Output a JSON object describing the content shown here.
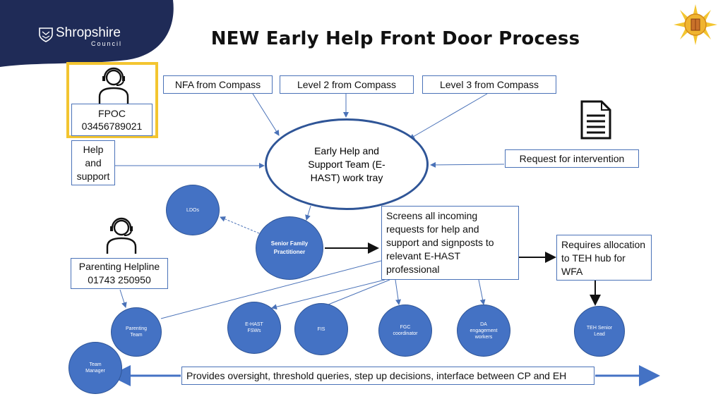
{
  "header": {
    "logo_text": "Shropshire",
    "logo_sub": "Council",
    "title": "NEW Early Help Front Door Process"
  },
  "colors": {
    "navy": "#1f2b57",
    "accent_yellow": "#f3c530",
    "box_border": "#4a72b8",
    "circle_fill": "#4472c4"
  },
  "icons": [
    "headset-person-icon",
    "document-icon",
    "sun-emblem-icon"
  ],
  "boxes": {
    "nfa": "NFA from Compass",
    "level2": "Level 2 from Compass",
    "level3": "Level 3 from Compass",
    "fpoc_title": "FPOC",
    "fpoc_number": "03456789021",
    "help_support": "Help and support",
    "request": "Request for intervention",
    "ehast": "Early Help and Support Team (E-HAST) work tray",
    "screens": "Screens all incoming requests for help and support and signposts to relevant E-HAST professional",
    "requires": "Requires allocation to TEH hub for WFA",
    "parenting_title": "Parenting Helpline",
    "parenting_number": "01743 250950",
    "oversight": "Provides oversight, threshold queries, step up decisions, interface between CP and EH"
  },
  "circles": {
    "ldos": "LDOs",
    "senior": "Senior Family Practitioner",
    "parenting_team": "Parenting Team",
    "ehast_fsws": "E-HAST FSWs",
    "fis": "FIS",
    "fgc": "FGC coordinator",
    "da": "DA engagement workers",
    "teh_lead": "TEH Senior Lead",
    "team_manager": "Team Manager"
  }
}
